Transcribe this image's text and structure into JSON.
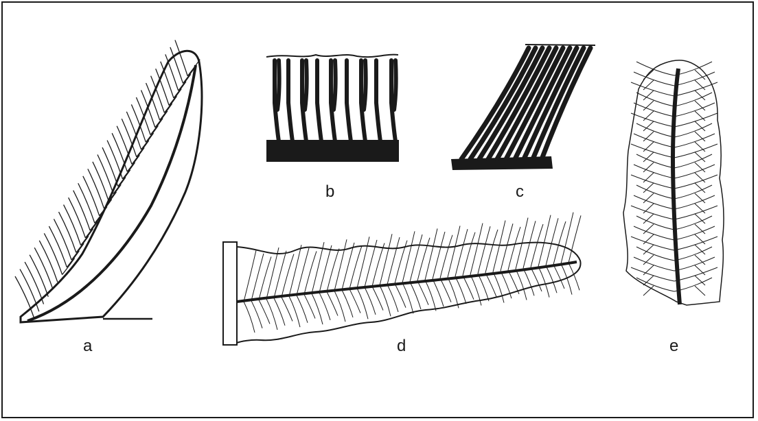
{
  "figures": [
    {
      "id": "a",
      "label": "a",
      "icon": "fern-pinnule-oblique-icon"
    },
    {
      "id": "b",
      "label": "b",
      "icon": "venation-detail-straight-icon"
    },
    {
      "id": "c",
      "label": "c",
      "icon": "venation-detail-oblique-icon"
    },
    {
      "id": "d",
      "label": "d",
      "icon": "fern-pinnule-horizontal-icon"
    },
    {
      "id": "e",
      "label": "e",
      "icon": "fern-pinnule-upright-icon"
    }
  ],
  "colors": {
    "ink": "#1a1a1a",
    "paper": "#ffffff"
  }
}
